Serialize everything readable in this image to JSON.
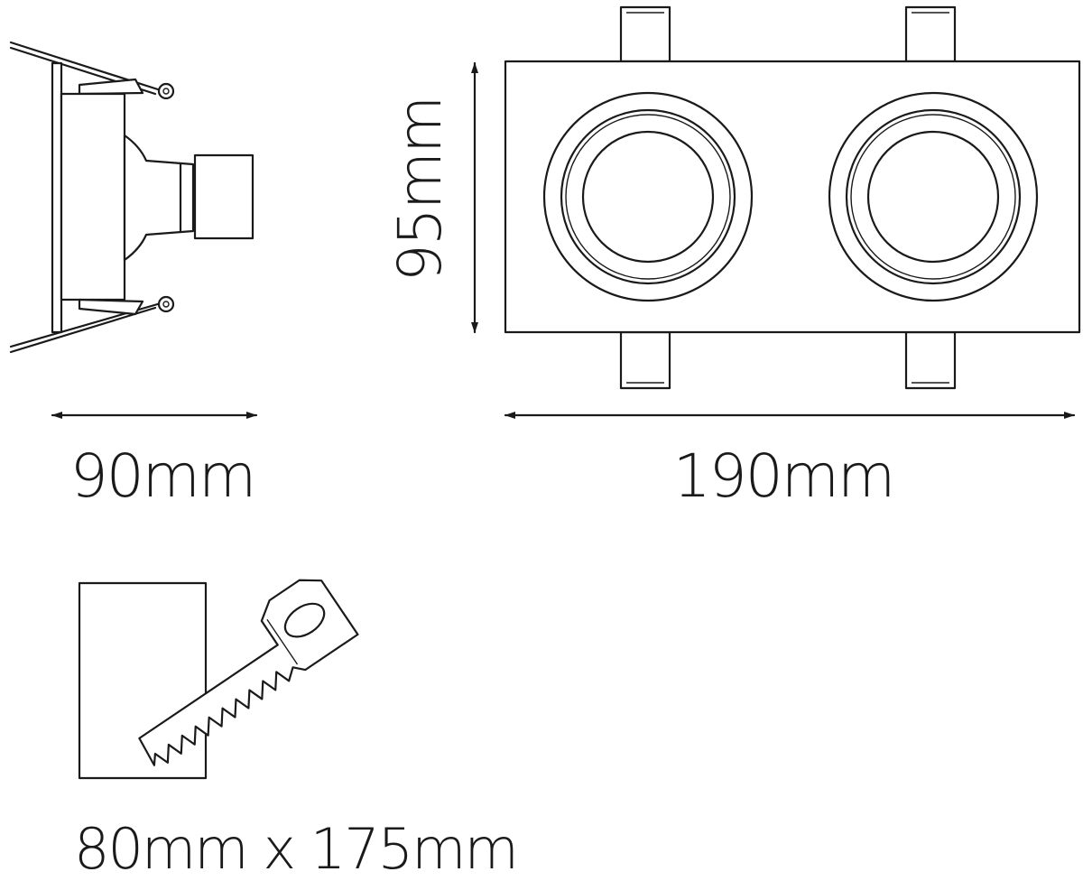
{
  "dimensions": {
    "side_width": "90mm",
    "front_height": "95mm",
    "front_width": "190mm",
    "cutout": "80mm x 175mm"
  },
  "icons": {
    "cutout_icon": "saw-cutout-icon",
    "side_view": "side-view-profile",
    "front_view": "front-view-double-downlight"
  },
  "colors": {
    "line": "#1a1a1a",
    "background": "#ffffff"
  }
}
